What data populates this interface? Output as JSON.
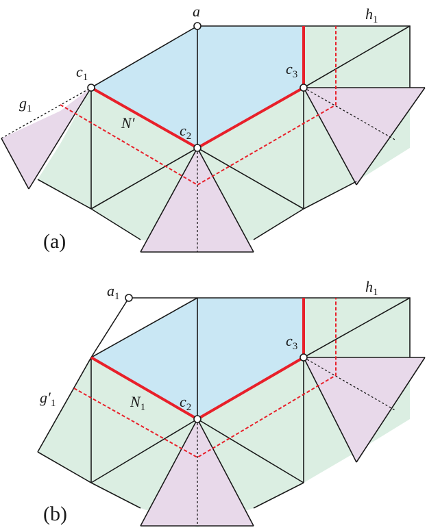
{
  "colors": {
    "blue_face": "#c9e7f4",
    "green_face": "#dbeee2",
    "purple_face": "#e8d9ea",
    "cut_line": "#e8202a",
    "edge": "#1a1a1a"
  },
  "panel_a": {
    "caption": "(a)",
    "labels": {
      "a": "a",
      "h1": "h",
      "h1_sub": "1",
      "c1": "c",
      "c1_sub": "1",
      "c2": "c",
      "c2_sub": "2",
      "c3": "c",
      "c3_sub": "3",
      "g1": "g",
      "g1_sub": "1",
      "n": "N′"
    }
  },
  "panel_b": {
    "caption": "(b)",
    "labels": {
      "a1": "a",
      "a1_sub": "1",
      "h1": "h",
      "h1_sub": "1",
      "c2": "c",
      "c2_sub": "2",
      "c3": "c",
      "c3_sub": "3",
      "g1": "g′",
      "g1_sub": "1",
      "n": "N",
      "n_sub": "1"
    }
  }
}
